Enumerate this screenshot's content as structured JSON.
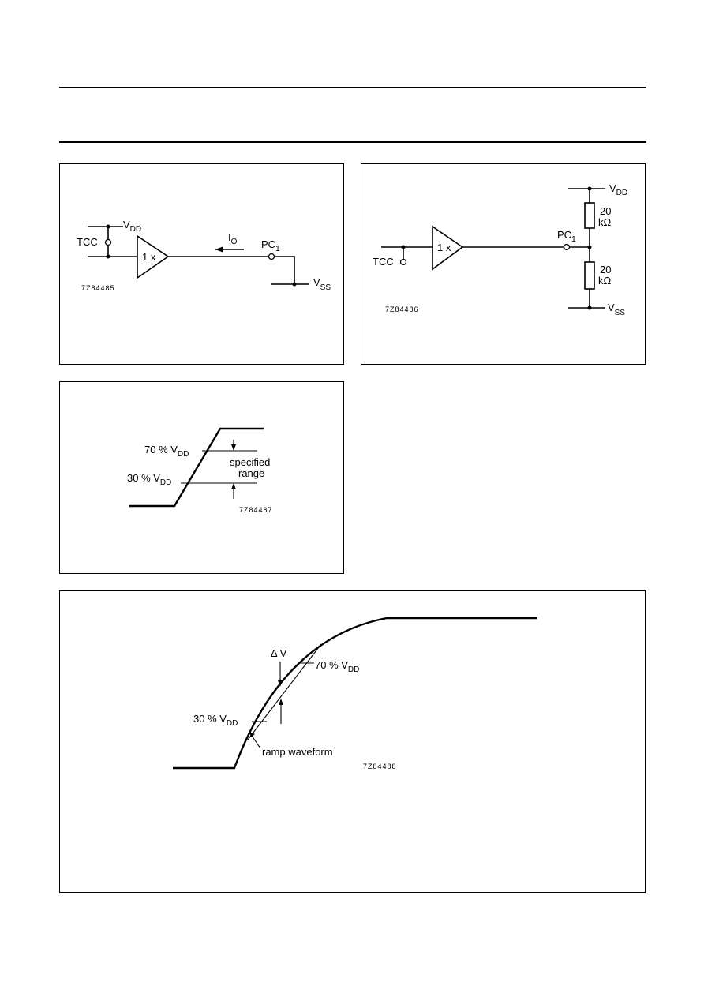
{
  "fig1": {
    "vdd": "V",
    "vdd_sub": "DD",
    "tcc": "TCC",
    "buffer": "1 x",
    "io": "I",
    "io_sub": "O",
    "pc": "PC",
    "pc_sub": "1",
    "vss": "V",
    "vss_sub": "SS",
    "code": "7Z84485"
  },
  "fig2": {
    "vdd": "V",
    "vdd_sub": "DD",
    "tcc": "TCC",
    "buffer": "1 x",
    "pc": "PC",
    "pc_sub": "1",
    "r1_value": "20",
    "r1_unit": "kΩ",
    "r2_value": "20",
    "r2_unit": "kΩ",
    "vss": "V",
    "vss_sub": "SS",
    "code": "7Z84486"
  },
  "fig3": {
    "label_70": "70 % V",
    "label_70_sub": "DD",
    "label_30": "30 % V",
    "label_30_sub": "DD",
    "specified_1": "specified",
    "specified_2": "range",
    "code": "7Z84487"
  },
  "fig4": {
    "delta_v": "Δ V",
    "label_70": "70 % V",
    "label_70_sub": "DD",
    "label_30": "30 % V",
    "label_30_sub": "DD",
    "ramp": "ramp waveform",
    "code": "7Z84488"
  }
}
